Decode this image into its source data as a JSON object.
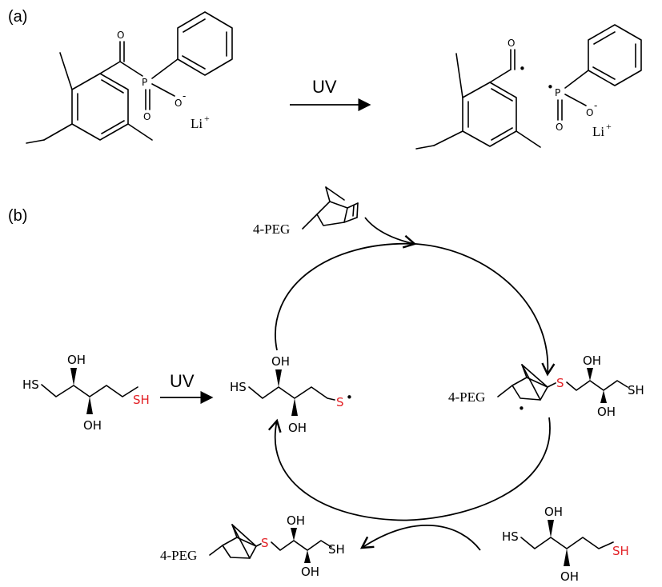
{
  "panels": {
    "a": "(a)",
    "b": "(b)"
  },
  "reaction_a": {
    "arrow_label": "UV",
    "reactant": {
      "oxygen": "O",
      "phosphorus": "P",
      "oxide": "O",
      "anion_oxygen": "O",
      "anion_charge": "-",
      "counterion": "Li",
      "counterion_charge": "+"
    },
    "products": {
      "acyl_oxygen": "O",
      "phosphinoyl_p": "P",
      "phosphinoyl_o": "O",
      "anion_oxygen": "O",
      "anion_charge": "-",
      "counterion": "Li",
      "counterion_charge": "+",
      "radical": "•"
    }
  },
  "reaction_b": {
    "arrow_label": "UV",
    "dtt_start": {
      "hs": "HS",
      "sh": "SH",
      "oh_top": "OH",
      "oh_bottom": "OH"
    },
    "thiyl_radical": {
      "hs": "HS",
      "s_radical": "S",
      "radical": "•",
      "oh_top": "OH",
      "oh_bottom": "OH"
    },
    "peg_norbornene": {
      "label": "4-PEG"
    },
    "carbon_radical": {
      "label": "4-PEG",
      "s": "S",
      "sh": "SH",
      "oh_top": "OH",
      "oh_bottom": "OH",
      "radical": "•"
    },
    "dtt_bottom": {
      "hs": "HS",
      "sh": "SH",
      "oh_top": "OH",
      "oh_bottom": "OH"
    },
    "product": {
      "label": "4-PEG",
      "s": "S",
      "sh": "SH",
      "oh_top": "OH",
      "oh_bottom": "OH"
    }
  }
}
